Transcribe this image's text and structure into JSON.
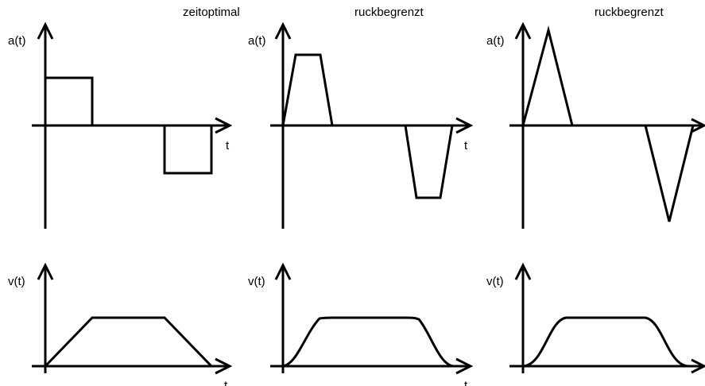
{
  "columns": [
    {
      "title": "zeitoptimal",
      "acceleration_label": "a(t)",
      "acceleration_time_label": "t",
      "velocity_label": "v(t)",
      "velocity_time_label": "t"
    },
    {
      "title": "ruckbegrenzt",
      "acceleration_label": "a(t)",
      "acceleration_time_label": "t",
      "velocity_label": "v(t)",
      "velocity_time_label": "t"
    },
    {
      "title": "ruckbegrenzt",
      "acceleration_label": "a(t)",
      "acceleration_time_label": "",
      "velocity_label": "v(t)",
      "velocity_time_label": ""
    }
  ]
}
